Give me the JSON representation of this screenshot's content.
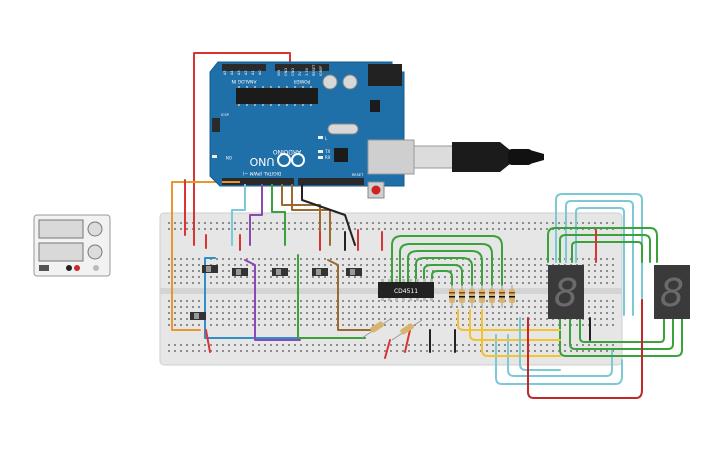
{
  "arduino": {
    "brand": "ARDUINO",
    "model": "UNO",
    "analog_label": "ANALOG IN",
    "power_label": "POWER",
    "digital_label": "DIGITAL (PWM ~)",
    "analog_pins": [
      "A5",
      "A4",
      "A3",
      "A2",
      "A1",
      "A0"
    ],
    "power_pins": [
      "VIN",
      "GND",
      "GND",
      "5V",
      "3.3V",
      "RESET",
      "IOREF"
    ],
    "tx_label": "TX",
    "rx_label": "RX",
    "l_label": "L",
    "on_label": "ON",
    "icsp_label": "ICSP",
    "reset_label": "RESET"
  },
  "chip": {
    "label": "CD4511"
  },
  "displays": [
    {
      "digit": "8"
    },
    {
      "digit": "8"
    }
  ],
  "colors": {
    "board": "#1f6fa8",
    "wire_red": "#d93434",
    "wire_green": "#3aa23a",
    "wire_cyan": "#7cc9d6",
    "wire_yellow": "#f2c230",
    "wire_orange": "#e8962e",
    "wire_purple": "#8a49b5",
    "wire_brown": "#9a6a2e",
    "wire_black": "#222222",
    "breadboard": "#e6e6e6"
  }
}
